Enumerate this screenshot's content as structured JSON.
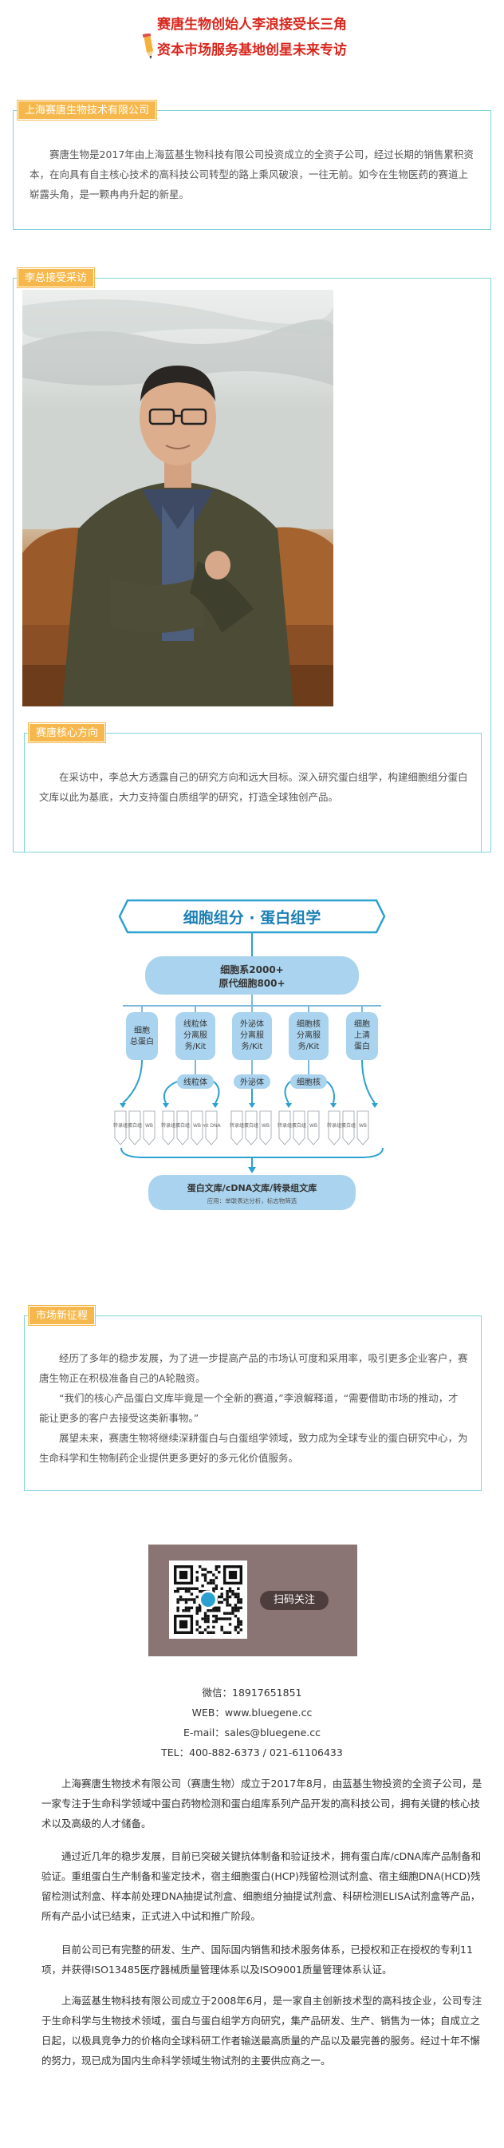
{
  "header": {
    "line1": "赛唐生物创始人李浪接受长三角",
    "line2": "资本市场服务基地创星未来专访"
  },
  "section1": {
    "tag": "上海赛唐生物技术有限公司",
    "text": "赛唐生物是2017年由上海蓝基生物科技有限公司投资成立的全资子公司，经过长期的销售累积资本，在向具有自主核心技术的高科技公司转型的路上乘风破浪，一往无前。如今在生物医药的赛道上崭露头角，是一颗冉冉升起的新星。"
  },
  "section2": {
    "tag": "李总接受采访"
  },
  "section3": {
    "tag": "赛唐核心方向",
    "text": "在采访中，李总大方透露自己的研究方向和远大目标。深入研究蛋白组学，构建细胞组分蛋白文库以此为基底，大力支持蛋白质组学的研究，打造全球独创产品。"
  },
  "diagram": {
    "title": "细胞组分 · 蛋白组学",
    "top_line1": "细胞系2000+",
    "top_line2": "原代细胞800+",
    "boxes": [
      "细胞总蛋白",
      "线粒体分离服务/Kit",
      "外泌体分离服务/Kit",
      "细胞核分离服务/Kit",
      "细胞上清蛋白"
    ],
    "pills": [
      "线粒体",
      "外泌体",
      "细胞核"
    ],
    "tubes": [
      "转录组",
      "蛋白组",
      "WB",
      "转录组",
      "蛋白组",
      "WB",
      "mt DNA",
      "转录组",
      "蛋白组",
      "WB",
      "转录组",
      "蛋白组",
      "WB",
      "转录组",
      "蛋白组",
      "WB"
    ],
    "bottom_line1": "蛋白文库/cDNA文库/转录组文库",
    "bottom_line2": "应用：单联表达分析，标志物筛选"
  },
  "section4": {
    "tag": "市场新征程",
    "p1": "经历了多年的稳步发展，为了进一步提高产品的市场认可度和采用率，吸引更多企业客户，赛唐生物正在积极准备自己的A轮融资。",
    "p2": "“我们的核心产品蛋白文库毕竟是一个全新的赛道，”李浪解释道，“需要借助市场的推动，才能让更多的客户去接受这类新事物。”",
    "p3": "展望未来，赛唐生物将继续深耕蛋白与白蛋组学领域，致力成为全球专业的蛋白研究中心，为生命科学和生物制药企业提供更多更好的多元化价值服务。"
  },
  "qr": {
    "label": "扫码关注"
  },
  "contact": {
    "wechat": "微信：18917651851",
    "web": "WEB：www.bluegene.cc",
    "email": "E-mail：sales@bluegene.cc",
    "tel": "TEL：400-882-6373 / 021-61106433"
  },
  "bottom": {
    "p1": "上海赛唐生物技术有限公司（赛唐生物）成立于2017年8月，由蓝基生物投资的全资子公司，是一家专注于生命科学领域中蛋白药物检测和蛋白组库系列产品开发的高科技公司，拥有关键的核心技术以及高级的人才储备。",
    "p2": "通过近几年的稳步发展，目前已突破关键抗体制备和验证技术，拥有蛋白库/cDNA库产品制备和验证。重组蛋白生产制备和鉴定技术，宿主细胞蛋白(HCP)残留检测试剂盒、宿主细胞DNA(HCD)残留检测试剂盒、样本前处理DNA抽提试剂盒、细胞组分抽提试剂盒、科研检测ELISA试剂盒等产品，所有产品小试已结束，正式进入中试和推广阶段。",
    "p3": "目前公司已有完整的研发、生产、国际国内销售和技术服务体系，已授权和正在授权的专利11项，并获得ISO13485医疗器械质量管理体系以及ISO9001质量管理体系认证。",
    "p4": "上海蓝基生物科技有限公司成立于2008年6月，是一家自主创新技术型的高科技企业，公司专注于生命科学与生物技术领域，蛋白与蛋白组学方向研究，集产品研发、生产、销售为一体；自成立之日起，以极具竞争力的价格向全球科研工作者输送最高质量的产品以及最完善的服务。经过十年不懈的努力，现已成为国内生命科学领域生物试剂的主要供应商之一。"
  }
}
